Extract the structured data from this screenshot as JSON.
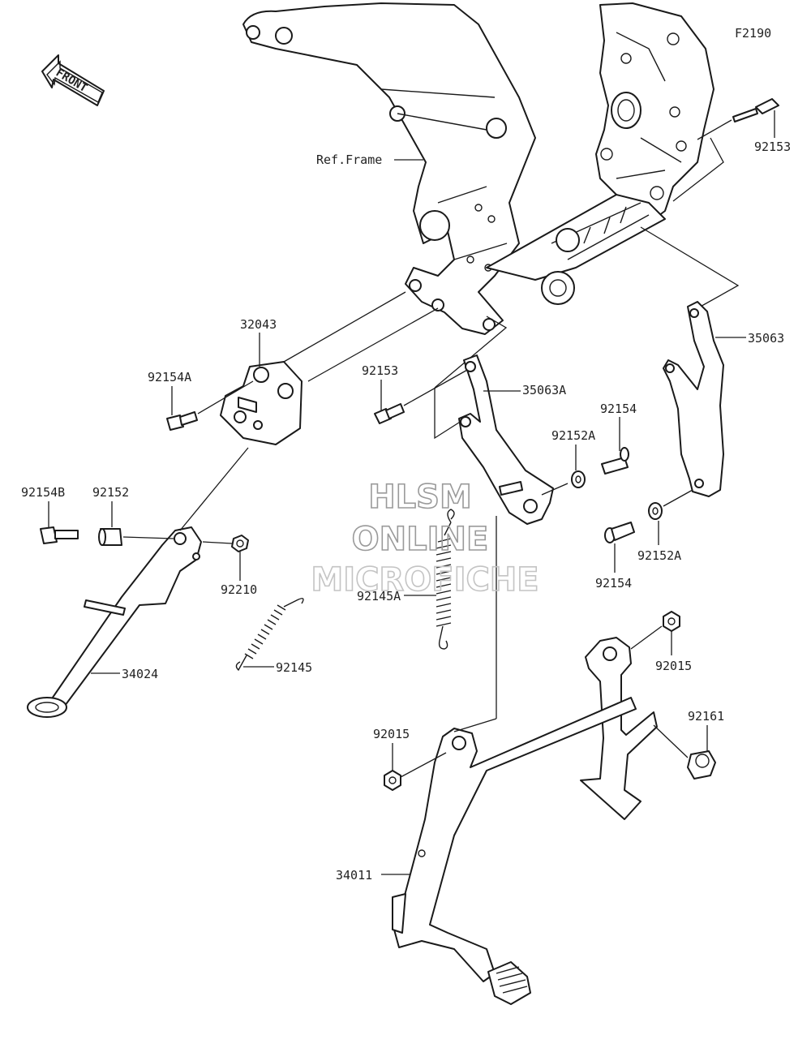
{
  "figure_code": "F2190",
  "front_label": "FRONT",
  "ref_frame_label": "Ref.Frame",
  "watermark": {
    "line1": "HLSM",
    "line2": "ONLINE",
    "line3": "MICROFICHE"
  },
  "labels": {
    "p92153_top": "92153",
    "p32043": "32043",
    "p92154A": "92154A",
    "p92153_mid": "92153",
    "p35063A": "35063A",
    "p35063": "35063",
    "p92154_top": "92154",
    "p92152A_top": "92152A",
    "p92154B": "92154B",
    "p92152": "92152",
    "p92210": "92210",
    "p92145A": "92145A",
    "p92154_bot": "92154",
    "p92152A_bot": "92152A",
    "p92145": "92145",
    "p34024": "34024",
    "p92015_right": "92015",
    "p92161": "92161",
    "p92015_left": "92015",
    "p34011": "34011"
  }
}
